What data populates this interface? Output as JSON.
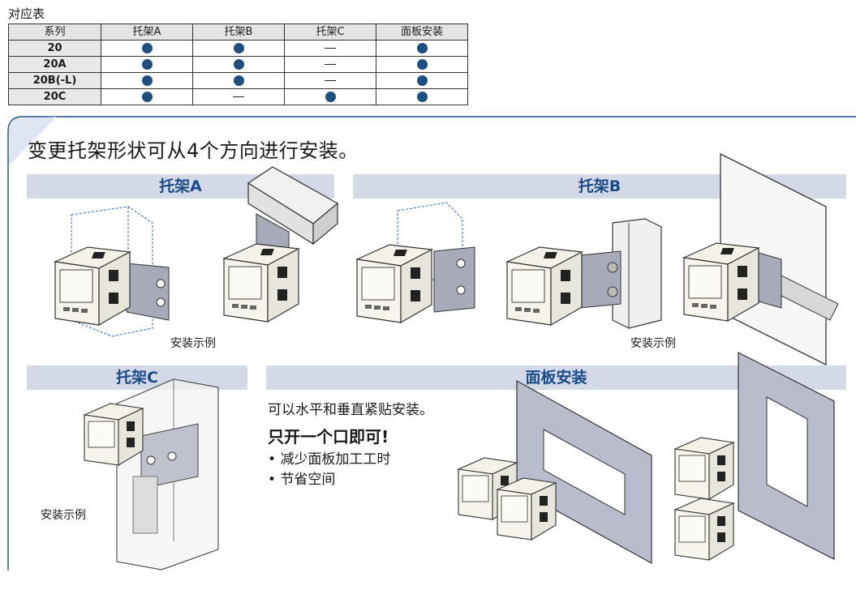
{
  "table": {
    "title": "对应表",
    "headers": [
      "系列",
      "托架A",
      "托架B",
      "托架C",
      "面板安装"
    ],
    "rows": [
      {
        "label": "20",
        "cells": [
          "dot",
          "dot",
          "dash",
          "dot"
        ]
      },
      {
        "label": "20A",
        "cells": [
          "dot",
          "dot",
          "dash",
          "dot"
        ]
      },
      {
        "label": "20B(-L)",
        "cells": [
          "dot",
          "dot",
          "dash",
          "dot"
        ]
      },
      {
        "label": "20C",
        "cells": [
          "dot",
          "dash",
          "dot",
          "dot"
        ]
      }
    ]
  },
  "panel": {
    "headline": "变更托架形状可从4个方向进行安装。",
    "bracket_a": {
      "title": "托架A",
      "caption": "安装示例"
    },
    "bracket_b": {
      "title": "托架B",
      "caption": "安装示例"
    },
    "bracket_c": {
      "title": "托架C",
      "caption": "安装示例"
    },
    "panel_mount": {
      "title": "面板安装",
      "line1": "可以水平和垂直紧贴安装。",
      "line2": "只开一个口即可!",
      "bullets": [
        "减少面板加工工时",
        "节省空间"
      ]
    }
  },
  "colors": {
    "accent": "#1b4b86",
    "dot": "#1f4e80",
    "bar_bg": "#d4d9e8",
    "panel_gray": "#b9bccd"
  }
}
